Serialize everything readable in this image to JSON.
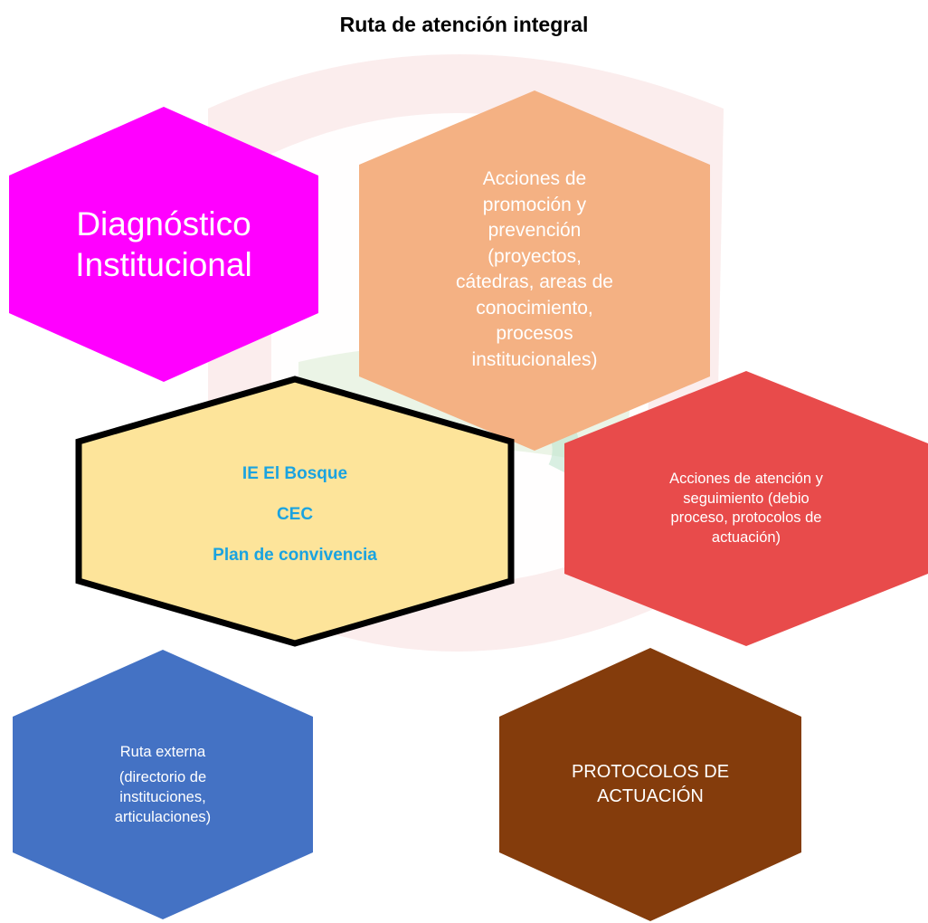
{
  "title": "Ruta de atención integral",
  "nodes": {
    "diagnostico": {
      "lines": [
        "Diagnóstico",
        "Institucional"
      ],
      "fill": "#ff00ff",
      "text_color": "#ffffff"
    },
    "promocion": {
      "lines": [
        "Acciones de",
        "promoción y",
        "prevención",
        "(proyectos,",
        "cátedras, areas de",
        "conocimiento,",
        "procesos",
        "institucionales)"
      ],
      "fill": "#f4b183",
      "text_color": "#ffffff"
    },
    "bosque": {
      "lines": [
        "IE El Bosque",
        "CEC",
        "Plan de convivencia"
      ],
      "fill": "#fde49a",
      "border": "#000000",
      "text_color": "#1aa3e0"
    },
    "atencion": {
      "lines": [
        "Acciones de atención y",
        "seguimiento (debio",
        "proceso, protocolos de",
        "actuación)"
      ],
      "fill": "#e84b4b",
      "text_color": "#ffffff"
    },
    "ruta_externa": {
      "lines": [
        "Ruta externa",
        "(directorio de",
        "instituciones,",
        "articulaciones)"
      ],
      "fill": "#4472c4",
      "text_color": "#ffffff"
    },
    "protocolos": {
      "lines": [
        "PROTOCOLOS DE",
        "ACTUACIÓN"
      ],
      "fill": "#843c0c",
      "text_color": "#ffffff"
    }
  }
}
